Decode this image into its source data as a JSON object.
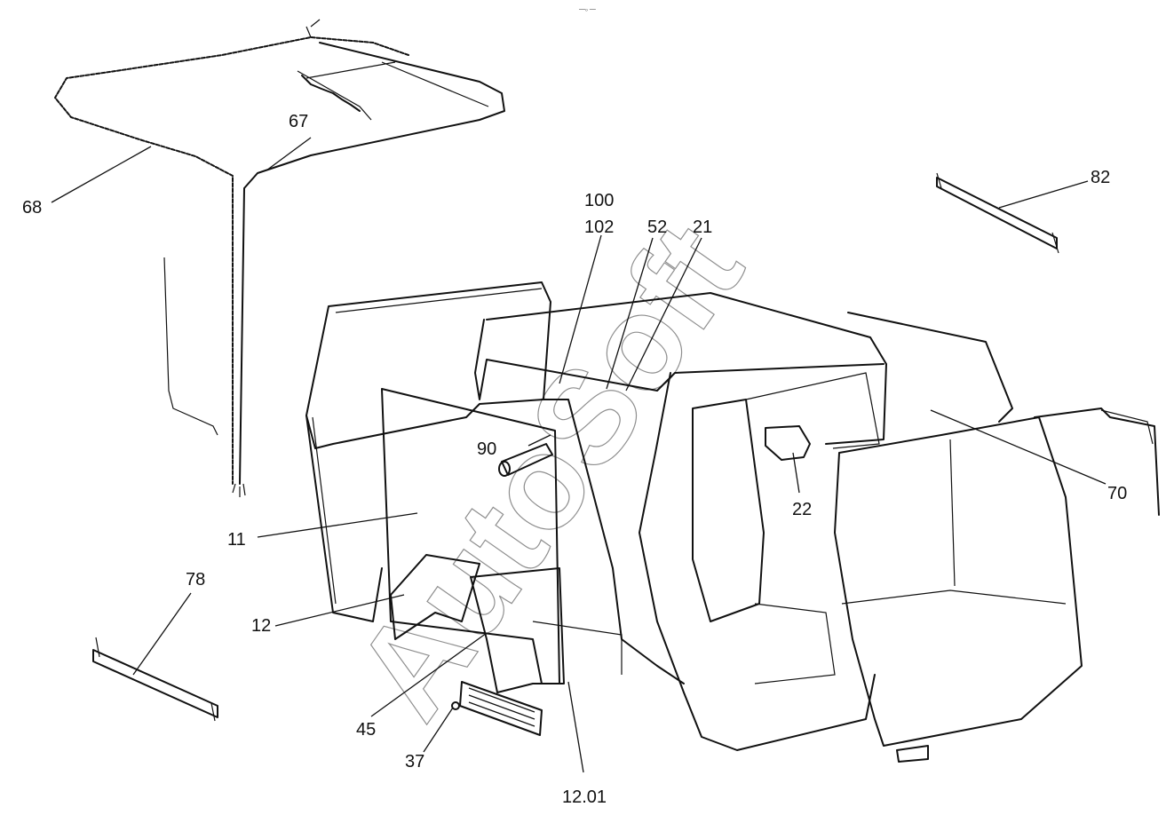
{
  "watermark": "AutoSoft",
  "top_note": "—₀ —",
  "callouts": {
    "c68": "68",
    "c67": "67",
    "c100": "100",
    "c102": "102",
    "c52": "52",
    "c21": "21",
    "c82": "82",
    "c90": "90",
    "c22": "22",
    "c70": "70",
    "c11": "11",
    "c78": "78",
    "c12": "12",
    "c45": "45",
    "c37": "37",
    "c1201": "12.01"
  }
}
